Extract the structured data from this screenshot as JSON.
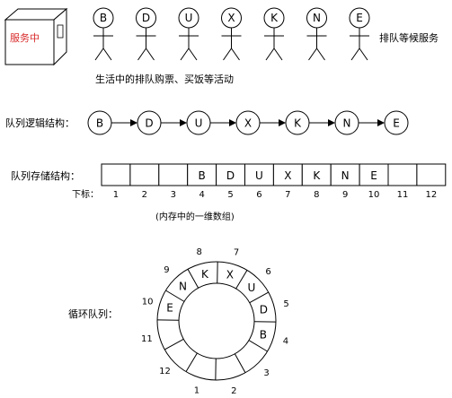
{
  "service_box": {
    "label": "服务中"
  },
  "waiting_label": "排队等候服务",
  "queue_people": [
    "B",
    "D",
    "U",
    "X",
    "K",
    "N",
    "E"
  ],
  "life_caption": "生活中的排队购票、买饭等活动",
  "logical": {
    "label": "队列逻辑结构：",
    "nodes": [
      "B",
      "D",
      "U",
      "X",
      "K",
      "N",
      "E"
    ]
  },
  "storage": {
    "label": "队列存储结构：",
    "index_label": "下标：",
    "cells": [
      "",
      "",
      "",
      "B",
      "D",
      "U",
      "X",
      "K",
      "N",
      "E",
      "",
      ""
    ],
    "indices": [
      "1",
      "2",
      "3",
      "4",
      "5",
      "6",
      "7",
      "8",
      "9",
      "10",
      "11",
      "12"
    ],
    "caption": "(内存中的一维数组)"
  },
  "circular": {
    "label": "循环队列：",
    "slots": [
      "",
      "",
      "",
      "B",
      "D",
      "U",
      "X",
      "K",
      "N",
      "E",
      "",
      ""
    ],
    "indices": [
      "1",
      "2",
      "3",
      "4",
      "5",
      "6",
      "7",
      "8",
      "9",
      "10",
      "11",
      "12"
    ]
  },
  "colors": {
    "service_label": "#d92b2b",
    "stroke": "#000000"
  }
}
